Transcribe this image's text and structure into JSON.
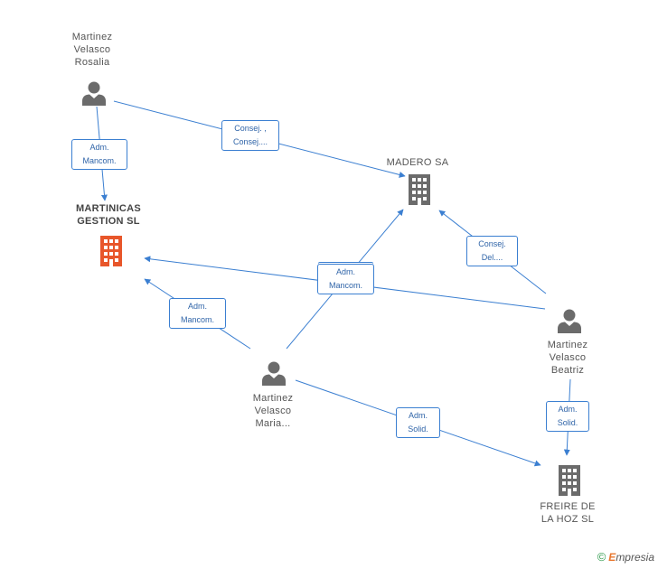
{
  "colors": {
    "edge": "#3b7fd1",
    "person": "#6b6b6b",
    "company": "#6b6b6b",
    "main_company": "#e8562a"
  },
  "nodes": {
    "rosalia": {
      "label": [
        "Martinez",
        "Velasco",
        "Rosalia"
      ],
      "icon": "person-icon"
    },
    "martinicas": {
      "label": [
        "MARTINICAS",
        "GESTION SL"
      ],
      "icon": "building-icon"
    },
    "madero": {
      "label": [
        "MADERO SA"
      ],
      "icon": "building-icon"
    },
    "beatriz": {
      "label": [
        "Martinez",
        "Velasco",
        "Beatriz"
      ],
      "icon": "person-icon"
    },
    "maria": {
      "label": [
        "Martinez",
        "Velasco",
        "Maria..."
      ],
      "icon": "person-icon"
    },
    "freire": {
      "label": [
        "FREIRE DE",
        "LA HOZ SL"
      ],
      "icon": "building-icon"
    }
  },
  "edges": {
    "rosalia_martinicas": [
      "Adm.",
      "Mancom."
    ],
    "rosalia_madero": [
      "Consej. ,",
      "Consej...."
    ],
    "beatriz_madero": [
      "Consej.",
      "Del...."
    ],
    "maria_martinicas": [
      "Adm.",
      "Mancom."
    ],
    "center": [
      "Adm.",
      "Mancom."
    ],
    "maria_freire": [
      "Adm.",
      "Solid."
    ],
    "beatriz_freire": [
      "Adm.",
      "Solid."
    ]
  },
  "footer": {
    "copyright": "©",
    "brand_initial": "E",
    "brand_rest": "mpresia"
  }
}
